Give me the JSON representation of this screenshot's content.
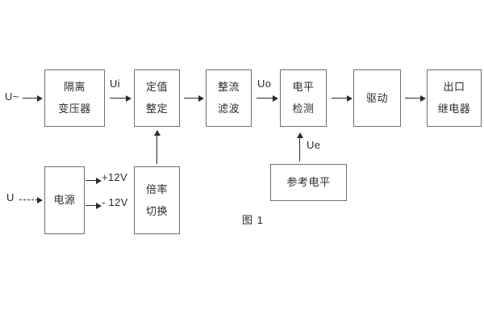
{
  "figure": {
    "caption": "图 1",
    "line_color": "#6f6f6f",
    "text_color": "#2b2b2b",
    "background": "#ffffff"
  },
  "blocks": {
    "isolation_transformer": {
      "line1": "隔离",
      "line2": "变压器"
    },
    "setting_value": {
      "line1": "定值",
      "line2": "整定"
    },
    "rectify_filter": {
      "line1": "整流",
      "line2": "滤波"
    },
    "level_detect": {
      "line1": "电平",
      "line2": "检测"
    },
    "drive": {
      "line1": "驱动"
    },
    "output_relay": {
      "line1": "出口",
      "line2": "继电器"
    },
    "power_supply": {
      "line1": "电源"
    },
    "multiplier_switch": {
      "line1": "倍率",
      "line2": "切换"
    },
    "reference_level": {
      "line1": "参考电平"
    }
  },
  "signals": {
    "ac_input": "U~",
    "dc_input": "U",
    "ui": "Ui",
    "uo": "Uo",
    "ue": "Ue",
    "pos12v": "+12V",
    "neg12v": "- 12V"
  }
}
